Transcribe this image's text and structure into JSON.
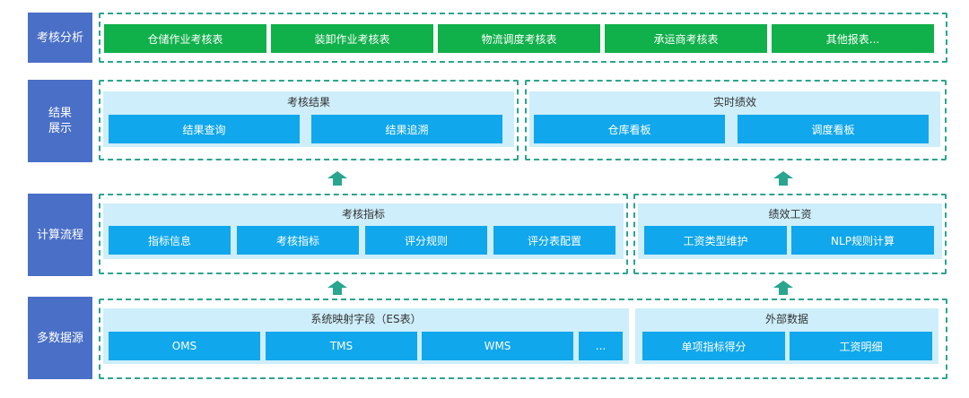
{
  "rows": {
    "analysis": "考核分析",
    "display": "结果\n展示",
    "calc": "计算流程",
    "sources": "多数据源"
  },
  "analysis_buttons": [
    "仓储作业考核表",
    "装卸作业考核表",
    "物流调度考核表",
    "承运商考核表",
    "其他报表..."
  ],
  "display": {
    "left": {
      "title": "考核结果",
      "items": [
        "结果查询",
        "结果追溯"
      ]
    },
    "right": {
      "title": "实时绩效",
      "items": [
        "仓库看板",
        "调度看板"
      ]
    }
  },
  "calc": {
    "left": {
      "title": "考核指标",
      "items": [
        "指标信息",
        "考核指标",
        "评分规则",
        "评分表配置"
      ]
    },
    "right": {
      "title": "绩效工资",
      "items": [
        "工资类型维护",
        "NLP规则计算"
      ]
    }
  },
  "sources": {
    "left": {
      "title": "系统映射字段（ES表）",
      "items": [
        "OMS",
        "TMS",
        "WMS",
        "..."
      ]
    },
    "right": {
      "title": "外部数据",
      "items": [
        "单项指标得分",
        "工资明细"
      ]
    }
  },
  "colors": {
    "row_label": "#4a6fc7",
    "dashed_border": "#2aa58f",
    "green_button": "#10b04a",
    "group_bg": "#cdeefa",
    "blue_button": "#10a7ec",
    "arrow": "#2aa58f"
  }
}
